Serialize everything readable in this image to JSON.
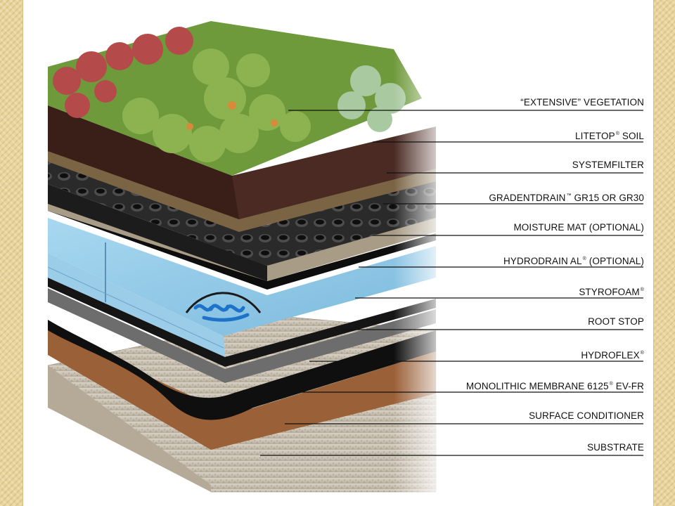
{
  "layers": [
    {
      "name": "“EXTENSIVE” VEGETATION",
      "mark": ""
    },
    {
      "name": "LITETOP",
      "mark": "®",
      "suffix": " SOIL"
    },
    {
      "name": "SYSTEMFILTER",
      "mark": ""
    },
    {
      "name": "GRADENTDRAIN",
      "mark": "™",
      "suffix": " GR15 OR GR30"
    },
    {
      "name": "MOISTURE MAT (OPTIONAL)",
      "mark": ""
    },
    {
      "name": "HYDRODRAIN AL",
      "mark": "®",
      "suffix": "  (OPTIONAL)"
    },
    {
      "name": "STYROFOAM",
      "mark": "®",
      "suffix": ""
    },
    {
      "name": "ROOT STOP",
      "mark": ""
    },
    {
      "name": "HYDROFLEX",
      "mark": "®",
      "suffix": ""
    },
    {
      "name": "MONOLITHIC MEMBRANE 6125",
      "mark": "®",
      "suffix": " EV-FR"
    },
    {
      "name": "SURFACE CONDITIONER",
      "mark": ""
    },
    {
      "name": "SUBSTRATE",
      "mark": ""
    }
  ],
  "colors": {
    "vegetation_green": "#7fa845",
    "vegetation_red": "#b44a4a",
    "soil": "#4a2a22",
    "filter": "#6b5638",
    "drain": "#1e1e1e",
    "insulation": "#8fc8e8",
    "membrane": "#111111",
    "concrete": "#cfc7ba",
    "border": "#e8d49c"
  }
}
